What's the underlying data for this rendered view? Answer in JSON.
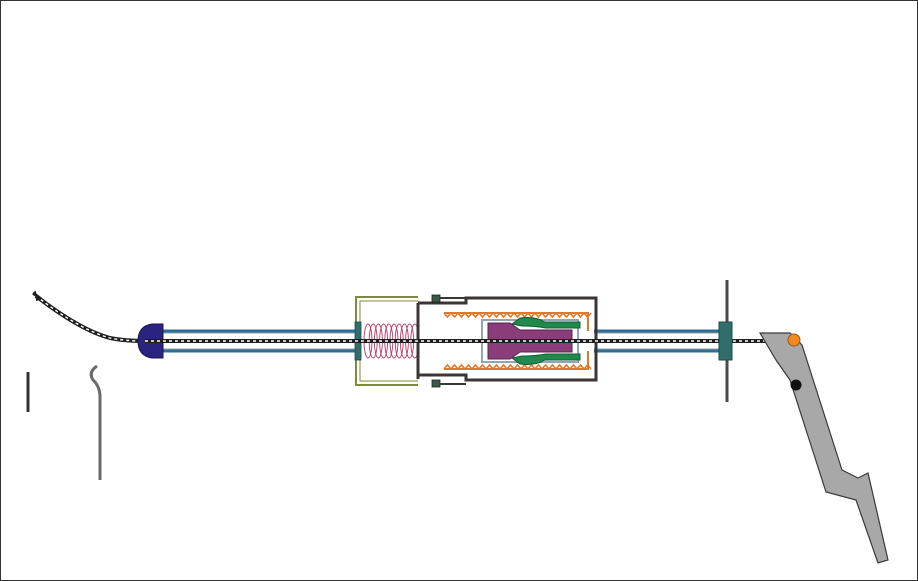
{
  "diagram": {
    "kind": "mechanical cable assembly (illustration, no printed text)",
    "components": [
      {
        "id": "cable-end-ferrule",
        "icon": "ferrule-icon"
      },
      {
        "id": "curved-cable-lead",
        "icon": "cable-icon"
      },
      {
        "id": "cable-end-cap",
        "icon": "end-cap-icon"
      },
      {
        "id": "outer-conduit",
        "icon": "conduit-icon"
      },
      {
        "id": "spring-housing",
        "icon": "housing-icon"
      },
      {
        "id": "return-spring",
        "icon": "spring-icon"
      },
      {
        "id": "adjuster-body",
        "icon": "adjuster-icon"
      },
      {
        "id": "threaded-sleeve",
        "icon": "thread-icon"
      },
      {
        "id": "locking-pawls",
        "icon": "pawl-icon"
      },
      {
        "id": "plunger",
        "icon": "plunger-icon"
      },
      {
        "id": "firewall-bulkhead",
        "icon": "bulkhead-icon"
      },
      {
        "id": "pedal-lever",
        "icon": "pedal-icon"
      },
      {
        "id": "pedal-pivot",
        "icon": "pivot-icon"
      },
      {
        "id": "pedal-cable-hook",
        "icon": "hook-icon"
      },
      {
        "id": "small-pin",
        "icon": "pin-icon"
      },
      {
        "id": "hook-tool",
        "icon": "hook-tool-icon"
      }
    ]
  },
  "colors": {
    "frame": "#333333",
    "conduit_blue": "#2a6f97",
    "cable_dark": "#1f1f1f",
    "end_cap": "#2b2380",
    "housing_olive": "#7f8a3a",
    "spring": "#b8396b",
    "adjuster_dark": "#3b3535",
    "thread_orange": "#e07a2a",
    "pawl_green": "#1f8a4c",
    "inner_gray": "#8fa6b8",
    "plunger_purple": "#8a3d78",
    "bulkhead_teal": "#2f6e6a",
    "bulkhead_plate": "#4a4a4a",
    "pedal_gray": "#a8a8a8",
    "pedal_outline": "#3a3a3a",
    "pivot_dot": "#111111",
    "hook_orange": "#ef8a1f"
  }
}
